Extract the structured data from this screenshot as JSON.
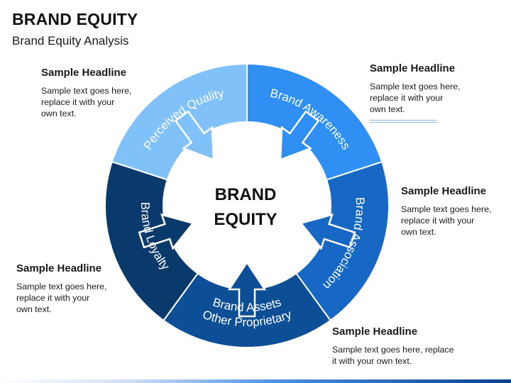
{
  "header": {
    "title": "BRAND EQUITY",
    "subtitle": "Brand Equity Analysis"
  },
  "center": {
    "line1": "BRAND",
    "line2": "EQUITY"
  },
  "segments": [
    {
      "label": "Perceived Quality",
      "color": "#7fc1f8"
    },
    {
      "label": "Brand Awareness",
      "color": "#2f8ff2"
    },
    {
      "label": "Brand Association",
      "color": "#1668c4"
    },
    {
      "label": "Other Proprietary",
      "label2": "Brand Assets",
      "color": "#0c4f96"
    },
    {
      "label": "Brand Loyalty",
      "color": "#0a3a6b"
    }
  ],
  "callouts": [
    {
      "headline": "Sample Headline",
      "text": "Sample text goes here,\nreplace it with your\nown text."
    },
    {
      "headline": "Sample Headline",
      "text": "Sample text goes here,\nreplace it with your\nown text."
    },
    {
      "headline": "Sample Headline",
      "text": "Sample text goes here,\nreplace it with your\nown text."
    },
    {
      "headline": "Sample Headline",
      "text": "Sample text goes here,\nreplace it with your\nown text."
    },
    {
      "headline": "Sample Headline",
      "text": "Sample text goes here, replace\nit with your own text."
    }
  ]
}
